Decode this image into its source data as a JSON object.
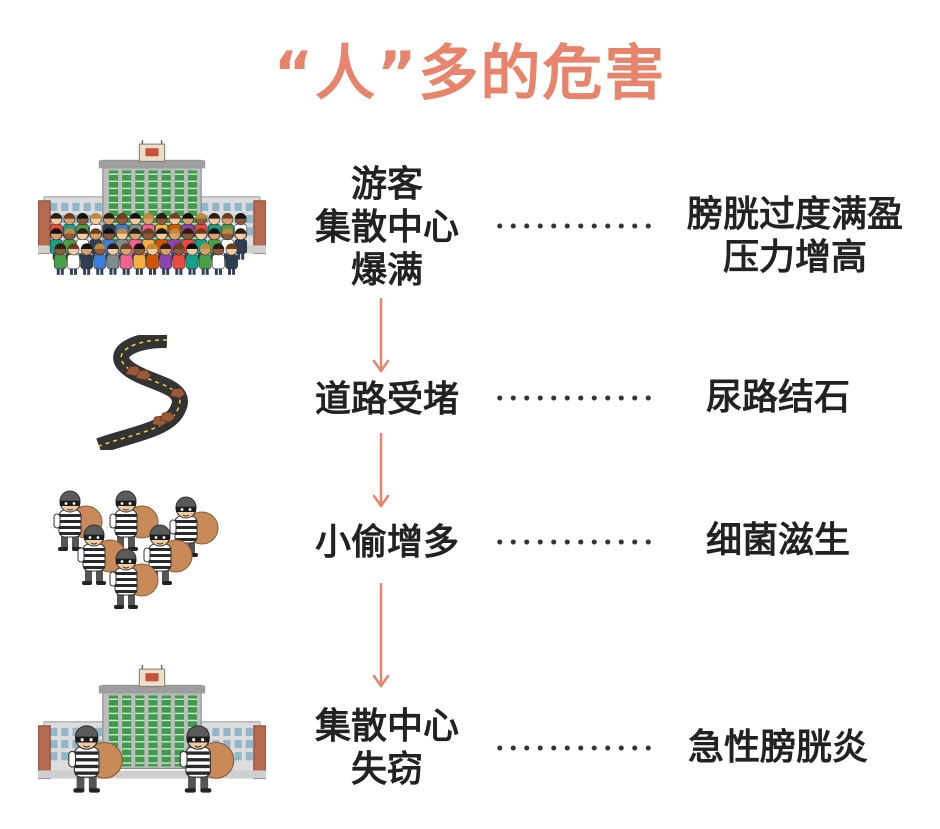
{
  "title": "“人”多的危害",
  "colors": {
    "accent": "#e8836c",
    "text": "#222222",
    "building_glass": "#3f9a4f",
    "road": "#333333",
    "bag": "#c98a5a"
  },
  "rows": [
    {
      "illustration": "building-crowd-icon",
      "cause": [
        "游客",
        "集散中心",
        "爆满"
      ],
      "effect": [
        "膀胱过度满盈",
        "压力增高"
      ]
    },
    {
      "illustration": "winding-road-icon",
      "cause": [
        "道路受堵"
      ],
      "effect": [
        "尿路结石"
      ]
    },
    {
      "illustration": "thieves-icon",
      "cause": [
        "小偷增多"
      ],
      "effect": [
        "细菌滋生"
      ]
    },
    {
      "illustration": "building-thieves-icon",
      "cause": [
        "集散中心",
        "失窃"
      ],
      "effect": [
        "急性膀胱炎"
      ]
    }
  ]
}
